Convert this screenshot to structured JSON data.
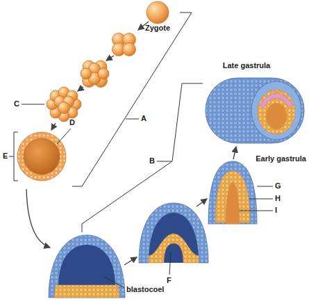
{
  "diagram": {
    "labels": [
      "Zygote",
      "Late gastrula",
      "A",
      "B",
      "C",
      "D",
      "E",
      "Early gastrula",
      "G",
      "H",
      "I",
      "F",
      "blastocoel"
    ]
  }
}
